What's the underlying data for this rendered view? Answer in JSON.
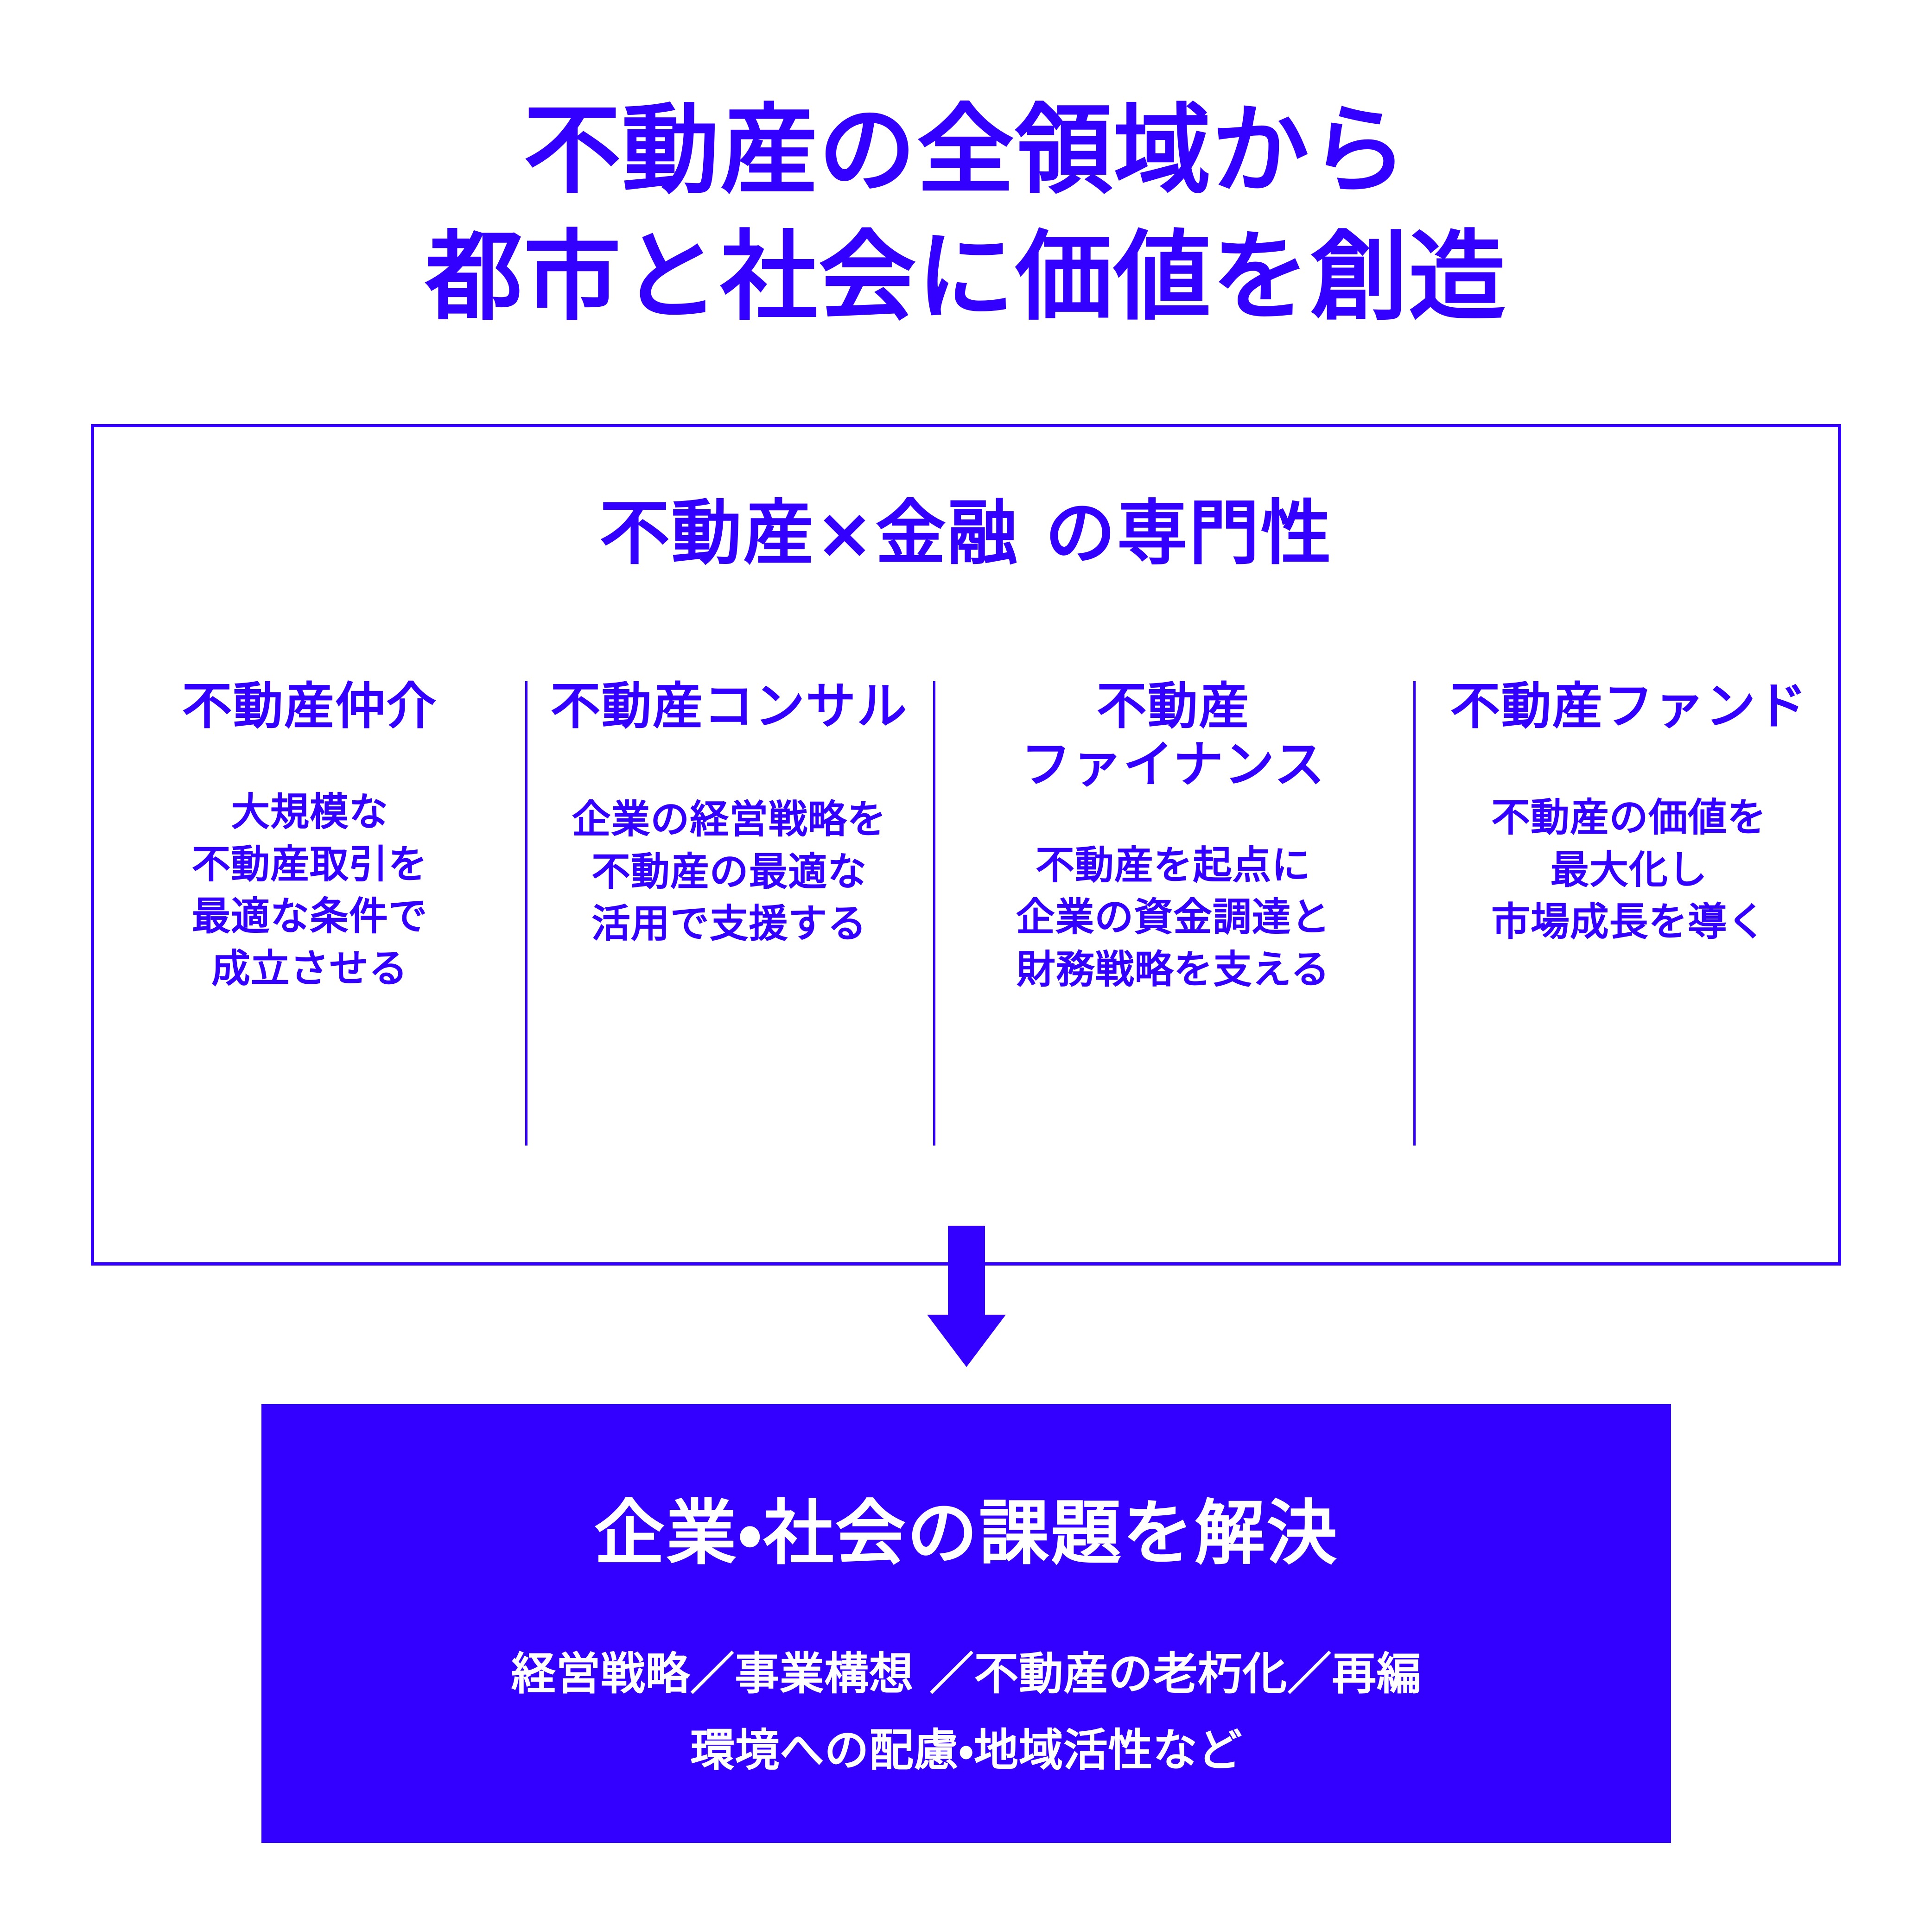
{
  "colors": {
    "brand_blue": "#3300FF",
    "background": "#FFFFFF",
    "box_text": "#FFFFFF"
  },
  "headline": {
    "line1": "不動産の全領域から",
    "line2": "都市と社会に価値を創造"
  },
  "panel": {
    "title": "不動産×金融 の専門性",
    "columns": [
      {
        "head_line1": "不動産仲介",
        "head_line2": "",
        "body_line1": "大規模な",
        "body_line2": "不動産取引を",
        "body_line3": "最適な条件で",
        "body_line4": "成立させる"
      },
      {
        "head_line1": "不動産コンサル",
        "head_line2": "",
        "body_line1": "企業の経営戦略を",
        "body_line2": "不動産の最適な",
        "body_line3": "活用で支援する",
        "body_line4": ""
      },
      {
        "head_line1": "不動産",
        "head_line2": "ファイナンス",
        "body_line1": "不動産を起点に",
        "body_line2": "企業の資金調達と",
        "body_line3": "財務戦略を支える",
        "body_line4": ""
      },
      {
        "head_line1": "不動産ファンド",
        "head_line2": "",
        "body_line1": "不動産の価値を",
        "body_line2": "最大化し",
        "body_line3": "市場成長を導く",
        "body_line4": ""
      }
    ]
  },
  "flow": {
    "arrow_direction": "down-arrow-icon"
  },
  "outcome": {
    "title": "企業・社会の課題を解決",
    "sub_line1": "経営戦略／事業構想 ／不動産の老朽化／再編",
    "sub_line2": "環境への配慮・地域活性など"
  }
}
